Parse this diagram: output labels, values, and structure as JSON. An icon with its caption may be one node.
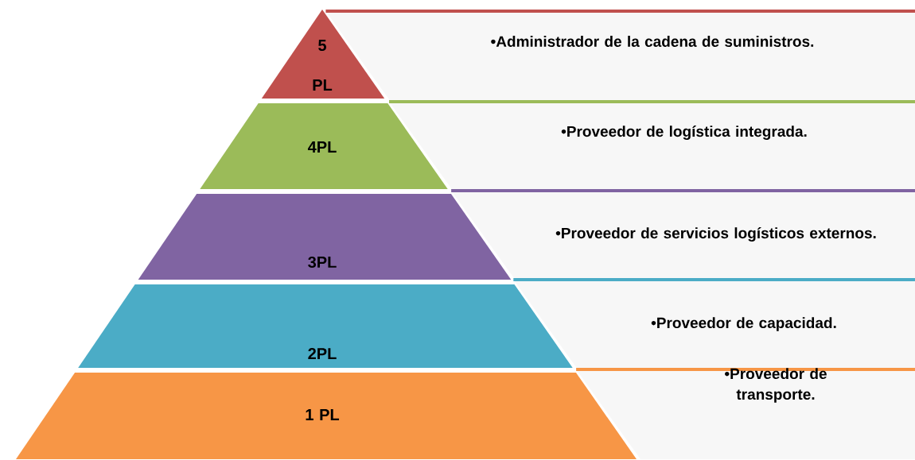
{
  "diagram": {
    "nodes": [
      {
        "text": [
          "5 PL"
        ]
      },
      {
        "text": [
          "•Administrador de la cadena de suministros."
        ]
      },
      {
        "text": [
          "4PL"
        ]
      },
      {
        "text": [
          "•Proveedor de logística integrada."
        ]
      },
      {
        "text": [
          "3PL"
        ]
      },
      {
        "text": [
          "•Proveedor de servicios logísticos externos."
        ]
      },
      {
        "text": [
          "2PL"
        ]
      },
      {
        "text": [
          "•Proveedor de capacidad."
        ]
      },
      {
        "text": [
          "1 PL"
        ]
      },
      {
        "text": [
          "•Proveedor de transporte."
        ]
      }
    ]
  }
}
